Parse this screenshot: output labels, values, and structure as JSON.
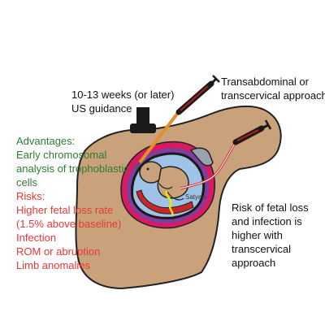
{
  "labels": {
    "gestation_guidance": [
      "10-13 weeks (or later)",
      "US guidance"
    ],
    "transabdominal": [
      "Transabdominal or",
      "transcervical approach"
    ],
    "advantages_title": "Advantages:",
    "advantages": [
      "Early chromosomal",
      "analysis of trophoblastic",
      "cells"
    ],
    "risks_title": "Risks:",
    "risks": [
      "Higher fetal loss rate",
      "(1.5% above baseline)",
      "Infection",
      "ROM or abruption",
      "Limb anomalies"
    ],
    "transcervical_risk": [
      "Risk of fetal loss",
      "and infection is",
      "higher with",
      "transcervical",
      "approach"
    ],
    "signature": "Satyan"
  },
  "colors": {
    "skin": "#c9a27b",
    "uterus": "#d81b60",
    "amnion_fluid": "#9ec3e6",
    "placenta": "#c62828",
    "fetus": "#c9a27b",
    "needle": "#e0912b",
    "catheter": "#d32f2f",
    "probe": "#1a1a1a",
    "text_black": "#111111",
    "text_green": "#2e7d32",
    "text_red": "#e53935"
  }
}
